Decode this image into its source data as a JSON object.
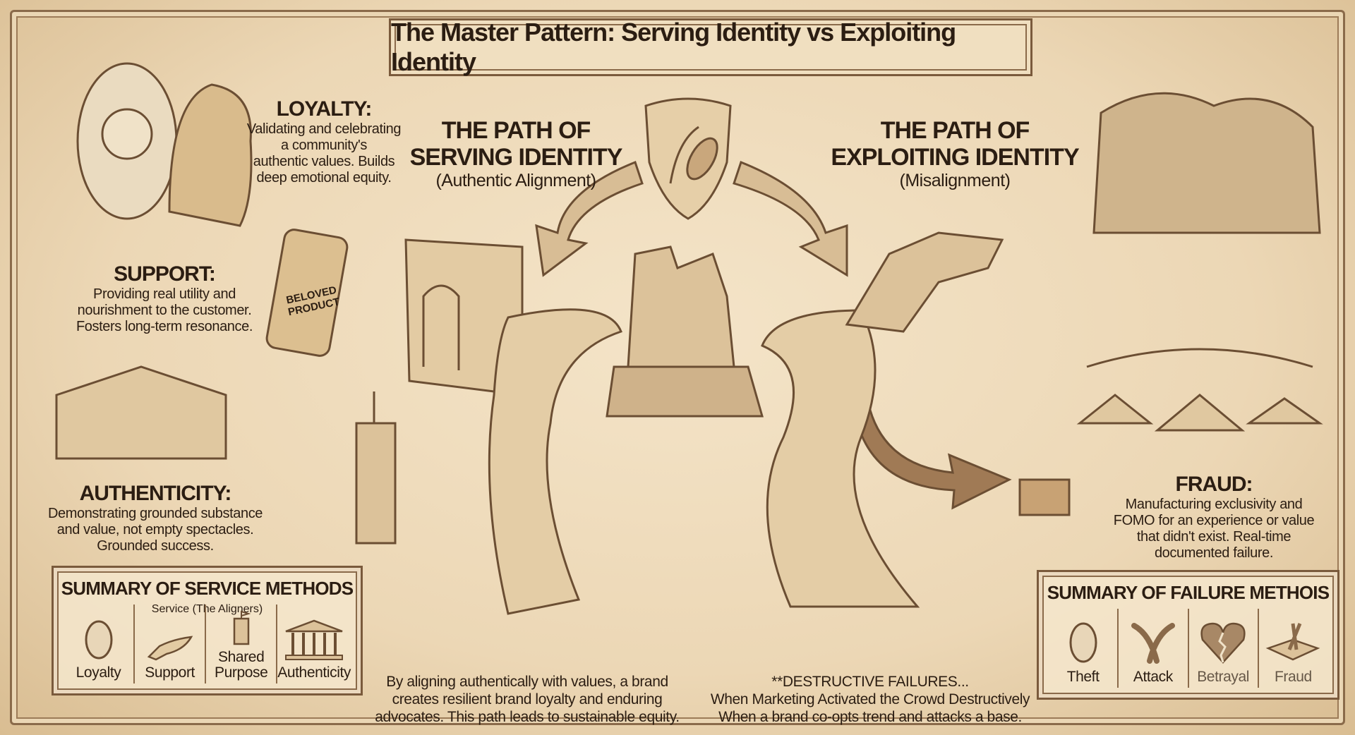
{
  "title": "The Master Pattern: Serving Identity vs Exploiting Identity",
  "serving_path": {
    "heading_line1": "THE PATH OF",
    "heading_line2": "SERVING IDENTITY",
    "subtitle": "(Authentic Alignment)"
  },
  "exploiting_path": {
    "heading_line1": "THE PATH OF",
    "heading_line2": "EXPLOITING IDENTITY",
    "subtitle": "(Misalignment)"
  },
  "loyalty": {
    "heading": "LOYALTY:",
    "lines": [
      "Validating and celebrating",
      "a community's",
      "authentic values. Builds",
      "deep emotional equity."
    ]
  },
  "support": {
    "heading": "SUPPORT:",
    "lines": [
      "Providing real utility and",
      "nourishment to the customer.",
      "Fosters long-term resonance."
    ]
  },
  "product_label": {
    "line1": "BELOVED",
    "line2": "PRODUCT"
  },
  "authenticity": {
    "heading": "AUTHENTICITY:",
    "lines": [
      "Demonstrating grounded substance",
      "and value, not empty spectacles.",
      "Grounded success."
    ]
  },
  "fraud": {
    "heading": "FRAUD:",
    "lines": [
      "Manufacturing exclusivity and",
      "FOMO for an experience or value",
      "that didn't exist. Real-time",
      "documented failure."
    ]
  },
  "service_summary": {
    "title": "SUMMARY OF SERVICE METHODS",
    "subtitle": "Service (The Aligners)",
    "items": [
      {
        "label": "Loyalty",
        "icon": "mirror-icon"
      },
      {
        "label": "Support",
        "icon": "hand-icon"
      },
      {
        "label": "Shared Purpose",
        "icon": "tower-icon"
      },
      {
        "label": "Authenticity",
        "icon": "temple-icon"
      }
    ]
  },
  "failure_summary": {
    "title": "SUMMARY OF FAILURE METHOIS",
    "items": [
      {
        "label": "Theft",
        "icon": "mirror-icon"
      },
      {
        "label": "Attack",
        "icon": "crossed-arms-icon"
      },
      {
        "label": "Betrayal",
        "icon": "broken-heart-icon"
      },
      {
        "label": "Fraud",
        "icon": "box-icon"
      }
    ]
  },
  "serving_conclusion": {
    "lines": [
      "By aligning authentically with values, a brand",
      "creates resilient brand loyalty and enduring",
      "advocates. This path leads to sustainable equity."
    ]
  },
  "exploiting_conclusion": {
    "lines": [
      "**DESTRUCTIVE FAILURES...",
      "When Marketing Activated the Crowd Destructively",
      "When a brand co-opts trend and attacks a base."
    ]
  },
  "colors": {
    "parchment": "#ecd7b5",
    "ink": "#2b1d12",
    "border": "#7a5a3c"
  }
}
